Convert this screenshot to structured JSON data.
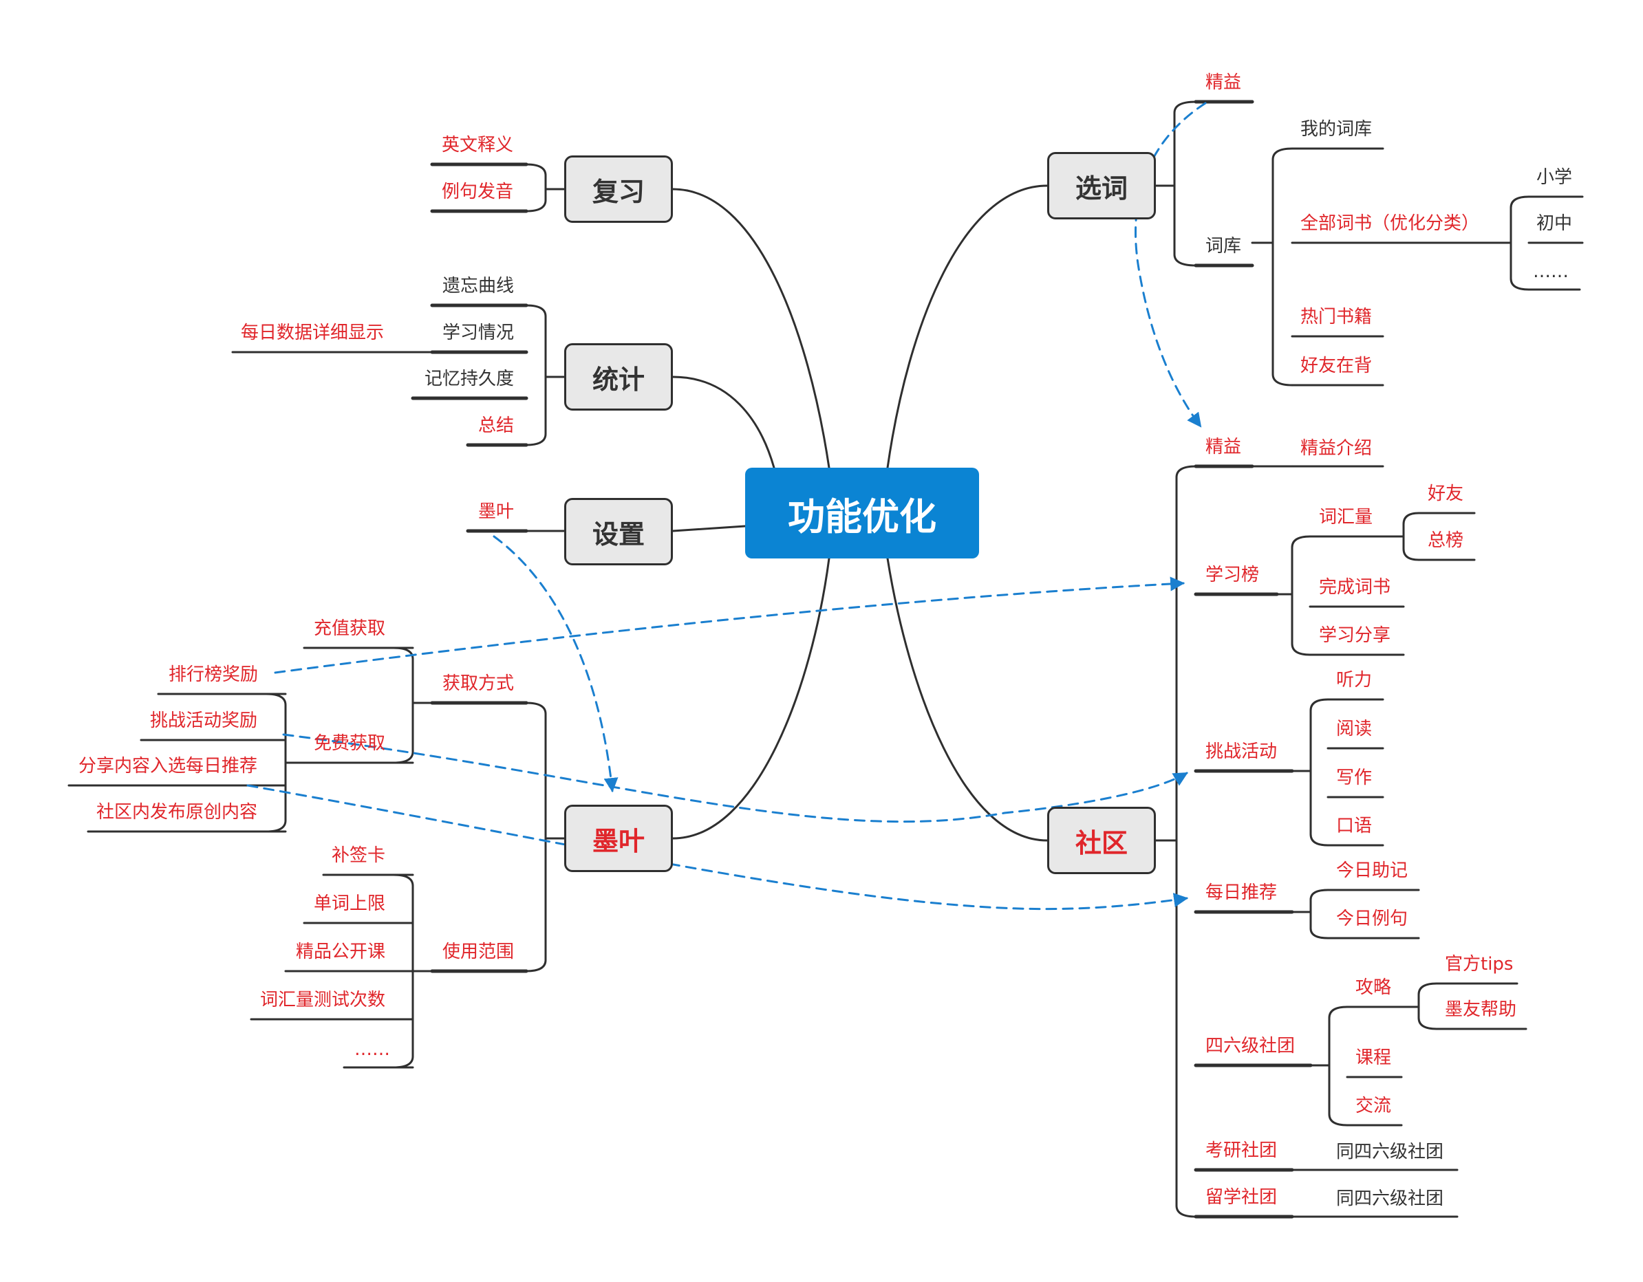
{
  "colors": {
    "red": "#e0262b",
    "dark": "#333333",
    "line": "#2f2f2f",
    "center": "#0b84d3",
    "dash": "#1a7fcf",
    "box": "#e8e8e8"
  },
  "center": "功能优化",
  "main": {
    "review": "复习",
    "stats": "统计",
    "settings": "设置",
    "moye": "墨叶",
    "select": "选词",
    "community": "社区"
  },
  "review": {
    "items": [
      "英文释义",
      "例句发音"
    ]
  },
  "stats": {
    "items": [
      "遗忘曲线",
      "学习情况",
      "记忆持久度",
      "总结"
    ],
    "daily": "每日数据详细显示"
  },
  "settings": {
    "item": "墨叶"
  },
  "moye": {
    "acquire": "获取方式",
    "recharge": "充值获取",
    "free": "免费获取",
    "free_items": [
      "排行榜奖励",
      "挑战活动奖励",
      "分享内容入选每日推荐",
      "社区内发布原创内容"
    ],
    "usage": "使用范围",
    "usage_items": [
      "补签卡",
      "单词上限",
      "精品公开课",
      "词汇量测试次数",
      "……"
    ]
  },
  "select": {
    "jingyi": "精益",
    "ciku": "词库",
    "ciku_items": [
      "我的词库",
      "全部词书（优化分类）",
      "热门书籍",
      "好友在背"
    ],
    "levels": [
      "小学",
      "初中",
      "……"
    ]
  },
  "community": {
    "jingyi": "精益",
    "jingyi_intro": "精益介绍",
    "board": "学习榜",
    "vocab": "词汇量",
    "vocab_items": [
      "好友",
      "总榜"
    ],
    "board_items": [
      "完成词书",
      "学习分享"
    ],
    "challenge": "挑战活动",
    "challenge_items": [
      "听力",
      "阅读",
      "写作",
      "口语"
    ],
    "daily": "每日推荐",
    "daily_items": [
      "今日助记",
      "今日例句"
    ],
    "cet": "四六级社团",
    "guide": "攻略",
    "guide_items": [
      "官方tips",
      "墨友帮助"
    ],
    "cet_items": [
      "课程",
      "交流"
    ],
    "kaoyan": "考研社团",
    "kaoyan_note": "同四六级社团",
    "liuxue": "留学社团",
    "liuxue_note": "同四六级社团"
  }
}
